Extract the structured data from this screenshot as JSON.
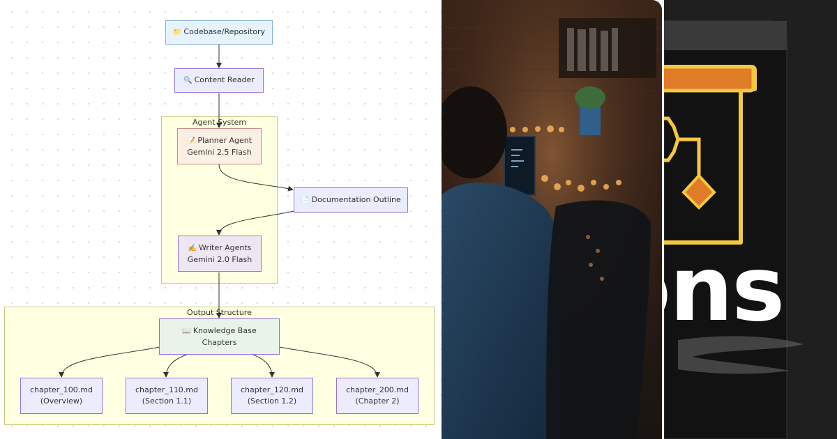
{
  "flowchart": {
    "groups": {
      "agent_system": "Agent System",
      "output_structure": "Output Structure"
    },
    "nodes": {
      "codebase": {
        "icon": "📁",
        "label": "Codebase/Repository"
      },
      "content_reader": {
        "icon": "🔍",
        "label": "Content Reader"
      },
      "planner_agent": {
        "icon": "📝",
        "label": "Planner Agent",
        "model": "Gemini 2.5 Flash"
      },
      "documentation_outline": {
        "icon": "📄",
        "label": "Documentation Outline"
      },
      "writer_agents": {
        "icon": "✍️",
        "label": "Writer Agents",
        "model": "Gemini 2.0 Flash"
      },
      "knowledge_base": {
        "icon": "📖",
        "label": "Knowledge Base",
        "sub": "Chapters"
      },
      "chapters": [
        {
          "file": "chapter_100.md",
          "desc": "(Overview)"
        },
        {
          "file": "chapter_110.md",
          "desc": "(Section 1.1)"
        },
        {
          "file": "chapter_120.md",
          "desc": "(Section 1.2)"
        },
        {
          "file": "chapter_200.md",
          "desc": "(Chapter 2)"
        }
      ]
    },
    "colors": {
      "node_border": "#9370db",
      "group_fill": "#ffffde",
      "edge": "#333333"
    }
  },
  "logo": {
    "visible_text": "ons",
    "accent_color": "#f5c842",
    "header_bar_color": "#e07b28"
  }
}
